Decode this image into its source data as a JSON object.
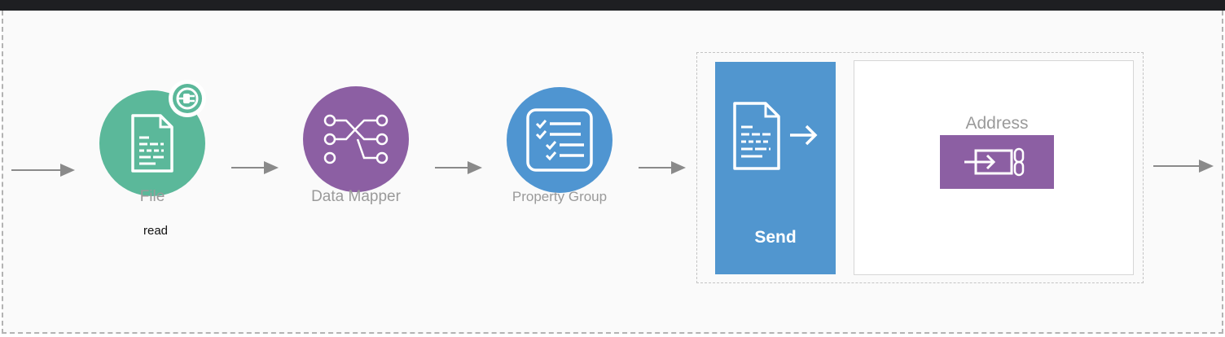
{
  "colors": {
    "file": "#5bb89a",
    "data_mapper": "#8c5fa3",
    "property_group": "#4f95d1",
    "send": "#5196cf",
    "address": "#8c5fa3",
    "arrow": "#8a8a8a"
  },
  "nodes": {
    "file": {
      "label": "File",
      "sublabel": "read",
      "icon": "document-icon",
      "badge_icon": "plug-connector-icon"
    },
    "data_mapper": {
      "label": "Data Mapper",
      "icon": "mapper-icon"
    },
    "property_group": {
      "label": "Property Group",
      "icon": "checklist-icon"
    },
    "send": {
      "label": "Send",
      "icon": "document-send-icon"
    },
    "address": {
      "label": "Address",
      "icon": "endpoint-link-icon"
    }
  }
}
